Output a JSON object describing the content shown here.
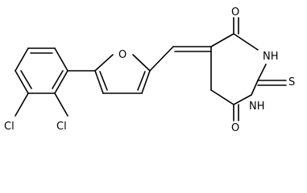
{
  "atoms": {
    "o_furan": "O",
    "o_top": "O",
    "o_bottom": "O",
    "nh_top": "NH",
    "nh_bottom": "NH",
    "s_thione": "S",
    "cl_left": "Cl",
    "cl_bottom": "Cl"
  },
  "colors": {
    "bond": "#000000",
    "label": "#000000",
    "background": "#ffffff"
  }
}
